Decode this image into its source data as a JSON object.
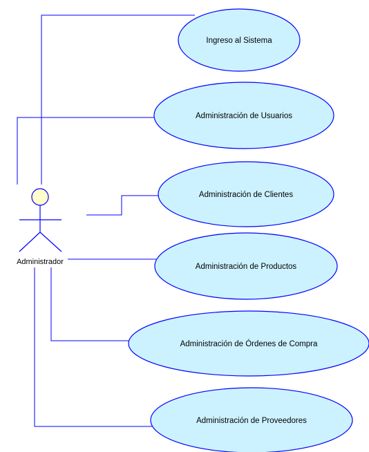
{
  "actor": {
    "name": "Administrador"
  },
  "use_cases": [
    {
      "id": "ingreso",
      "label": "Ingreso al Sistema"
    },
    {
      "id": "usuarios",
      "label": "Administración de Usuarios"
    },
    {
      "id": "clientes",
      "label": "Administración de Clientes"
    },
    {
      "id": "productos",
      "label": "Administración de Productos"
    },
    {
      "id": "ordenes",
      "label": "Administración de Órdenes de Compra"
    },
    {
      "id": "proveedores",
      "label": "Administración de Proveedores"
    }
  ],
  "colors": {
    "line": "#0000ff",
    "ellipse_fill": "#ccf2ff",
    "ellipse_stroke": "#0000ff",
    "actor_head_fill": "#ffffcc"
  }
}
